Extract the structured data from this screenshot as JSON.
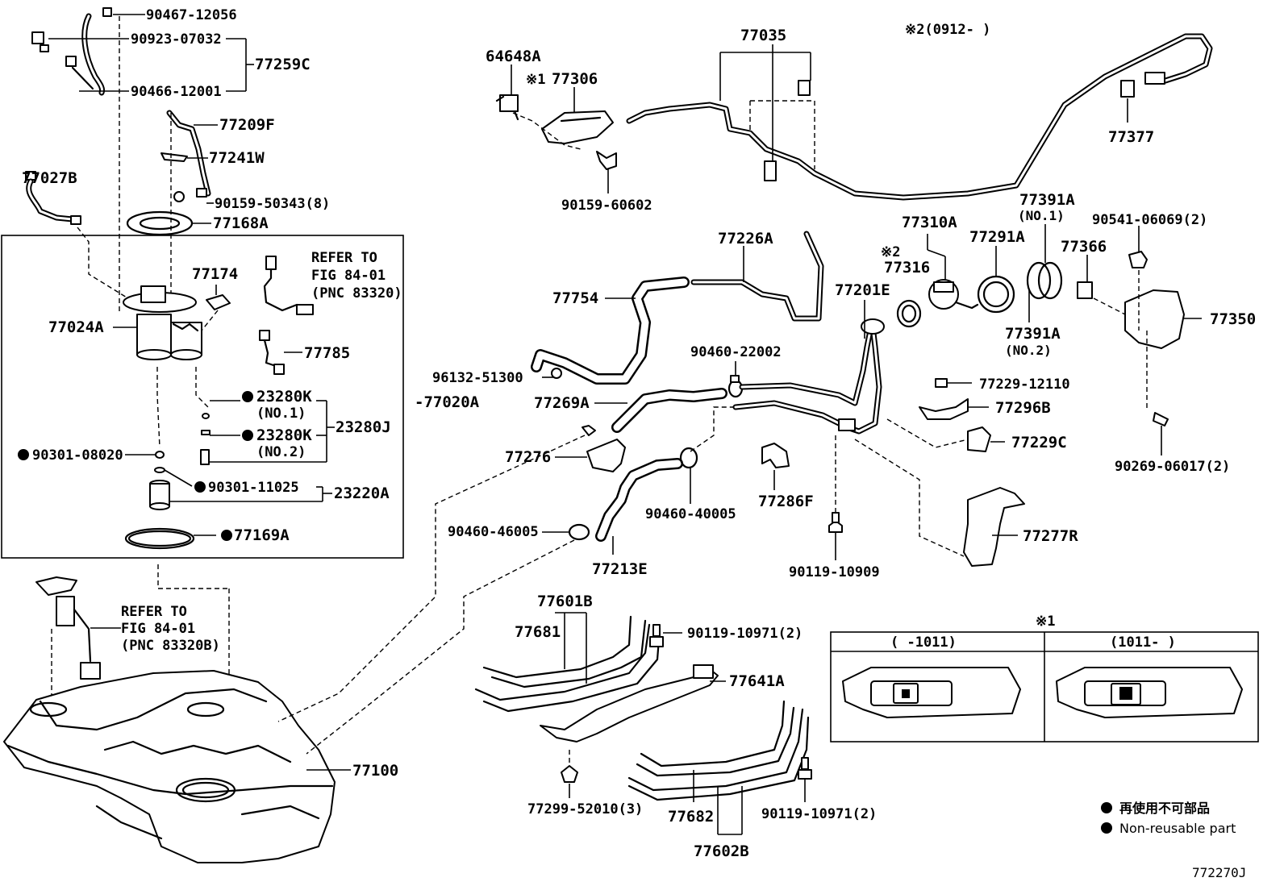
{
  "labels": {
    "p90467": "90467-12056",
    "p90923": "90923-07032",
    "p77259C": "77259C",
    "p90466": "90466-12001",
    "p77209F": "77209F",
    "p77241W": "77241W",
    "p77027B": "77027B",
    "p90159_50343": "90159-50343(8)",
    "p77168A": "77168A",
    "refer1_line1": "REFER TO",
    "refer1_line2": "FIG 84-01",
    "refer1_line3": "(PNC 83320)",
    "p77174": "77174",
    "p77024A": "77024A",
    "p77785": "77785",
    "p23280K_1": "23280K",
    "p23280K_1_sub": "(NO.1)",
    "p23280J": "23280J",
    "p23280K_2": "23280K",
    "p23280K_2_sub": "(NO.2)",
    "p90301_08020": "90301-08020",
    "p90301_11025": "90301-11025",
    "p23220A": "23220A",
    "p77169A": "77169A",
    "p77020A": "-77020A",
    "refer2_line1": "REFER TO",
    "refer2_line2": "FIG 84-01",
    "refer2_line3": "(PNC 83320B)",
    "p77100": "77100",
    "p64648A": "64648A",
    "note1_mark": "※1",
    "p77306": "77306",
    "p90159_60602": "90159-60602",
    "p77035": "77035",
    "note2_range": "※2(0912-    )",
    "p77377": "77377",
    "p77226A": "77226A",
    "p77754": "77754",
    "p96132": "96132-51300",
    "p90460_22002": "90460-22002",
    "p77269A": "77269A",
    "p77276": "77276",
    "p90460_40005": "90460-40005",
    "p90460_46005": "90460-46005",
    "p77213E": "77213E",
    "p77286F": "77286F",
    "p90119_10909": "90119-10909",
    "p77201E": "77201E",
    "p77310A": "77310A",
    "note2_mark": "※2",
    "p77316": "77316",
    "p77291A": "77291A",
    "p77391A_top": "77391A",
    "p77391A_top_sub": "(NO.1)",
    "p77391A_bot": "77391A",
    "p77391A_bot_sub": "(NO.2)",
    "p77366": "77366",
    "p90541": "90541-06069(2)",
    "p77350": "77350",
    "p77229_12110": "77229-12110",
    "p77296B": "77296B",
    "p77229C": "77229C",
    "p90269": "90269-06017(2)",
    "p77277R": "77277R",
    "p77601B": "77601B",
    "p77681": "77681",
    "p90119_10971_a": "90119-10971(2)",
    "p77641A": "77641A",
    "p77299": "77299-52010(3)",
    "p77682": "77682",
    "p90119_10971_b": "90119-10971(2)",
    "p77602B": "77602B"
  },
  "inset": {
    "mark": "※1",
    "col_left": "(    -1011)",
    "col_right": "(1011-    )"
  },
  "legend": {
    "jp": "再使用不可部品",
    "en": "Non-reusable part"
  },
  "figure_code": "772270J"
}
